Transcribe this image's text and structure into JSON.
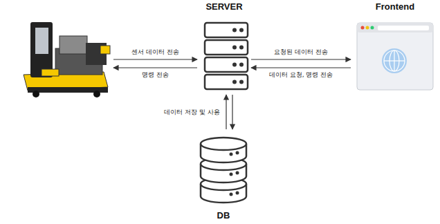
{
  "diagram": {
    "nodes": [
      {
        "text": []
      },
      {
        "text": [
          "SERVER"
        ]
      },
      {
        "text": [
          "Frontend"
        ]
      },
      {
        "text": [
          "DB"
        ]
      }
    ],
    "edges": [
      {
        "from": 0,
        "to": 1,
        "arrow": "to",
        "label": "센서 데이터 전송"
      },
      {
        "from": 1,
        "to": 0,
        "arrow": "to",
        "label": "명령 전송"
      },
      {
        "from": 1,
        "to": 2,
        "arrow": "to",
        "label": "요청된 데이터 전송"
      },
      {
        "from": 2,
        "to": 1,
        "arrow": "to",
        "label": "데이터 요청, 명령 전송"
      },
      {
        "from": 1,
        "to": 3,
        "arrow": "to",
        "label": "데이터 저장 및 사용"
      },
      {
        "from": 3,
        "to": 1,
        "arrow": "to"
      }
    ]
  }
}
